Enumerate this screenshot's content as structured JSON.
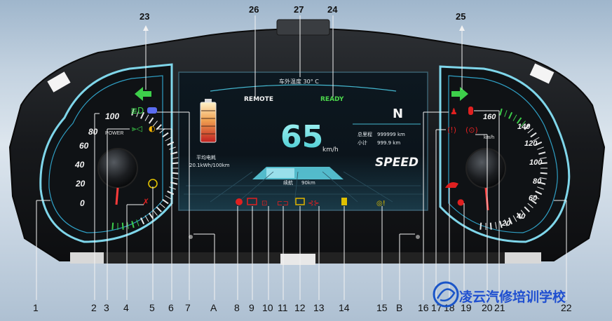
{
  "top_labels": [
    {
      "num": "26"
    },
    {
      "num": "27"
    },
    {
      "num": "24"
    },
    {
      "num": "23"
    },
    {
      "num": "25"
    }
  ],
  "bottom_labels": [
    "1",
    "2",
    "3",
    "4",
    "5",
    "6",
    "7",
    "A",
    "8",
    "9",
    "10",
    "11",
    "12",
    "13",
    "14",
    "15",
    "B",
    "16",
    "17",
    "18",
    "19",
    "20",
    "21",
    "22"
  ],
  "screen": {
    "outside_temp": "车外温度 30° C",
    "remote": "REMOTE",
    "ready": "READY",
    "speed_value": "65",
    "speed_unit": "km/h",
    "gear": "N",
    "odo_label": "总里程",
    "odo_value": "999999 km",
    "trip_label": "小计",
    "trip_value": "999.9 km",
    "avg_label": "平均电耗",
    "avg_value": "20.1kWh/100km",
    "range_label": "续航",
    "range_value": "90km",
    "speed_logo": "SPEED"
  },
  "left_gauge": {
    "power_label": "POWER",
    "ticks": [
      "100",
      "80",
      "60",
      "40",
      "20",
      "0"
    ]
  },
  "right_gauge": {
    "unit": "km/h",
    "ticks": [
      "160",
      "140",
      "120",
      "100",
      "80",
      "60",
      "40",
      "20"
    ]
  },
  "watermark": {
    "text": "凌云汽修培训学校"
  }
}
